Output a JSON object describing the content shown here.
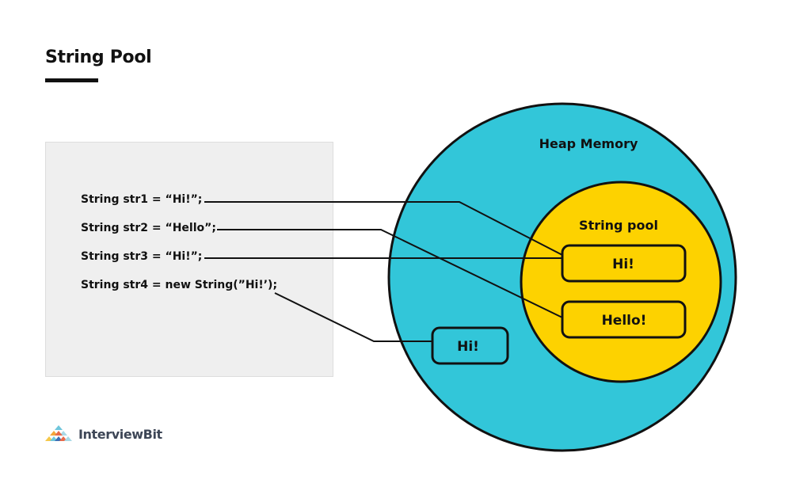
{
  "title": "String Pool",
  "code_lines": [
    "String str1 = “Hi!”;",
    "String str2 = “Hello”;",
    "String str3 = “Hi!”;",
    "String str4 = new String(”Hi!’);"
  ],
  "heap": {
    "label": "Heap Memory",
    "outside_object": "Hi!"
  },
  "string_pool": {
    "label": "String pool",
    "objects": [
      "Hi!",
      "Hello!"
    ]
  },
  "brand": "InterviewBit",
  "colors": {
    "heap_fill": "#32c6d9",
    "pool_fill": "#fdd200",
    "outline": "#111111",
    "panel_fill": "#efefef"
  },
  "connections": [
    {
      "from": "String str1 = “Hi!”;",
      "to": "Hi!"
    },
    {
      "from": "String str2 = “Hello”;",
      "to": "Hello!"
    },
    {
      "from": "String str3 = “Hi!”;",
      "to": "Hi!"
    },
    {
      "from": "String str4 = new String(”Hi!’);",
      "to": "Hi!"
    }
  ]
}
